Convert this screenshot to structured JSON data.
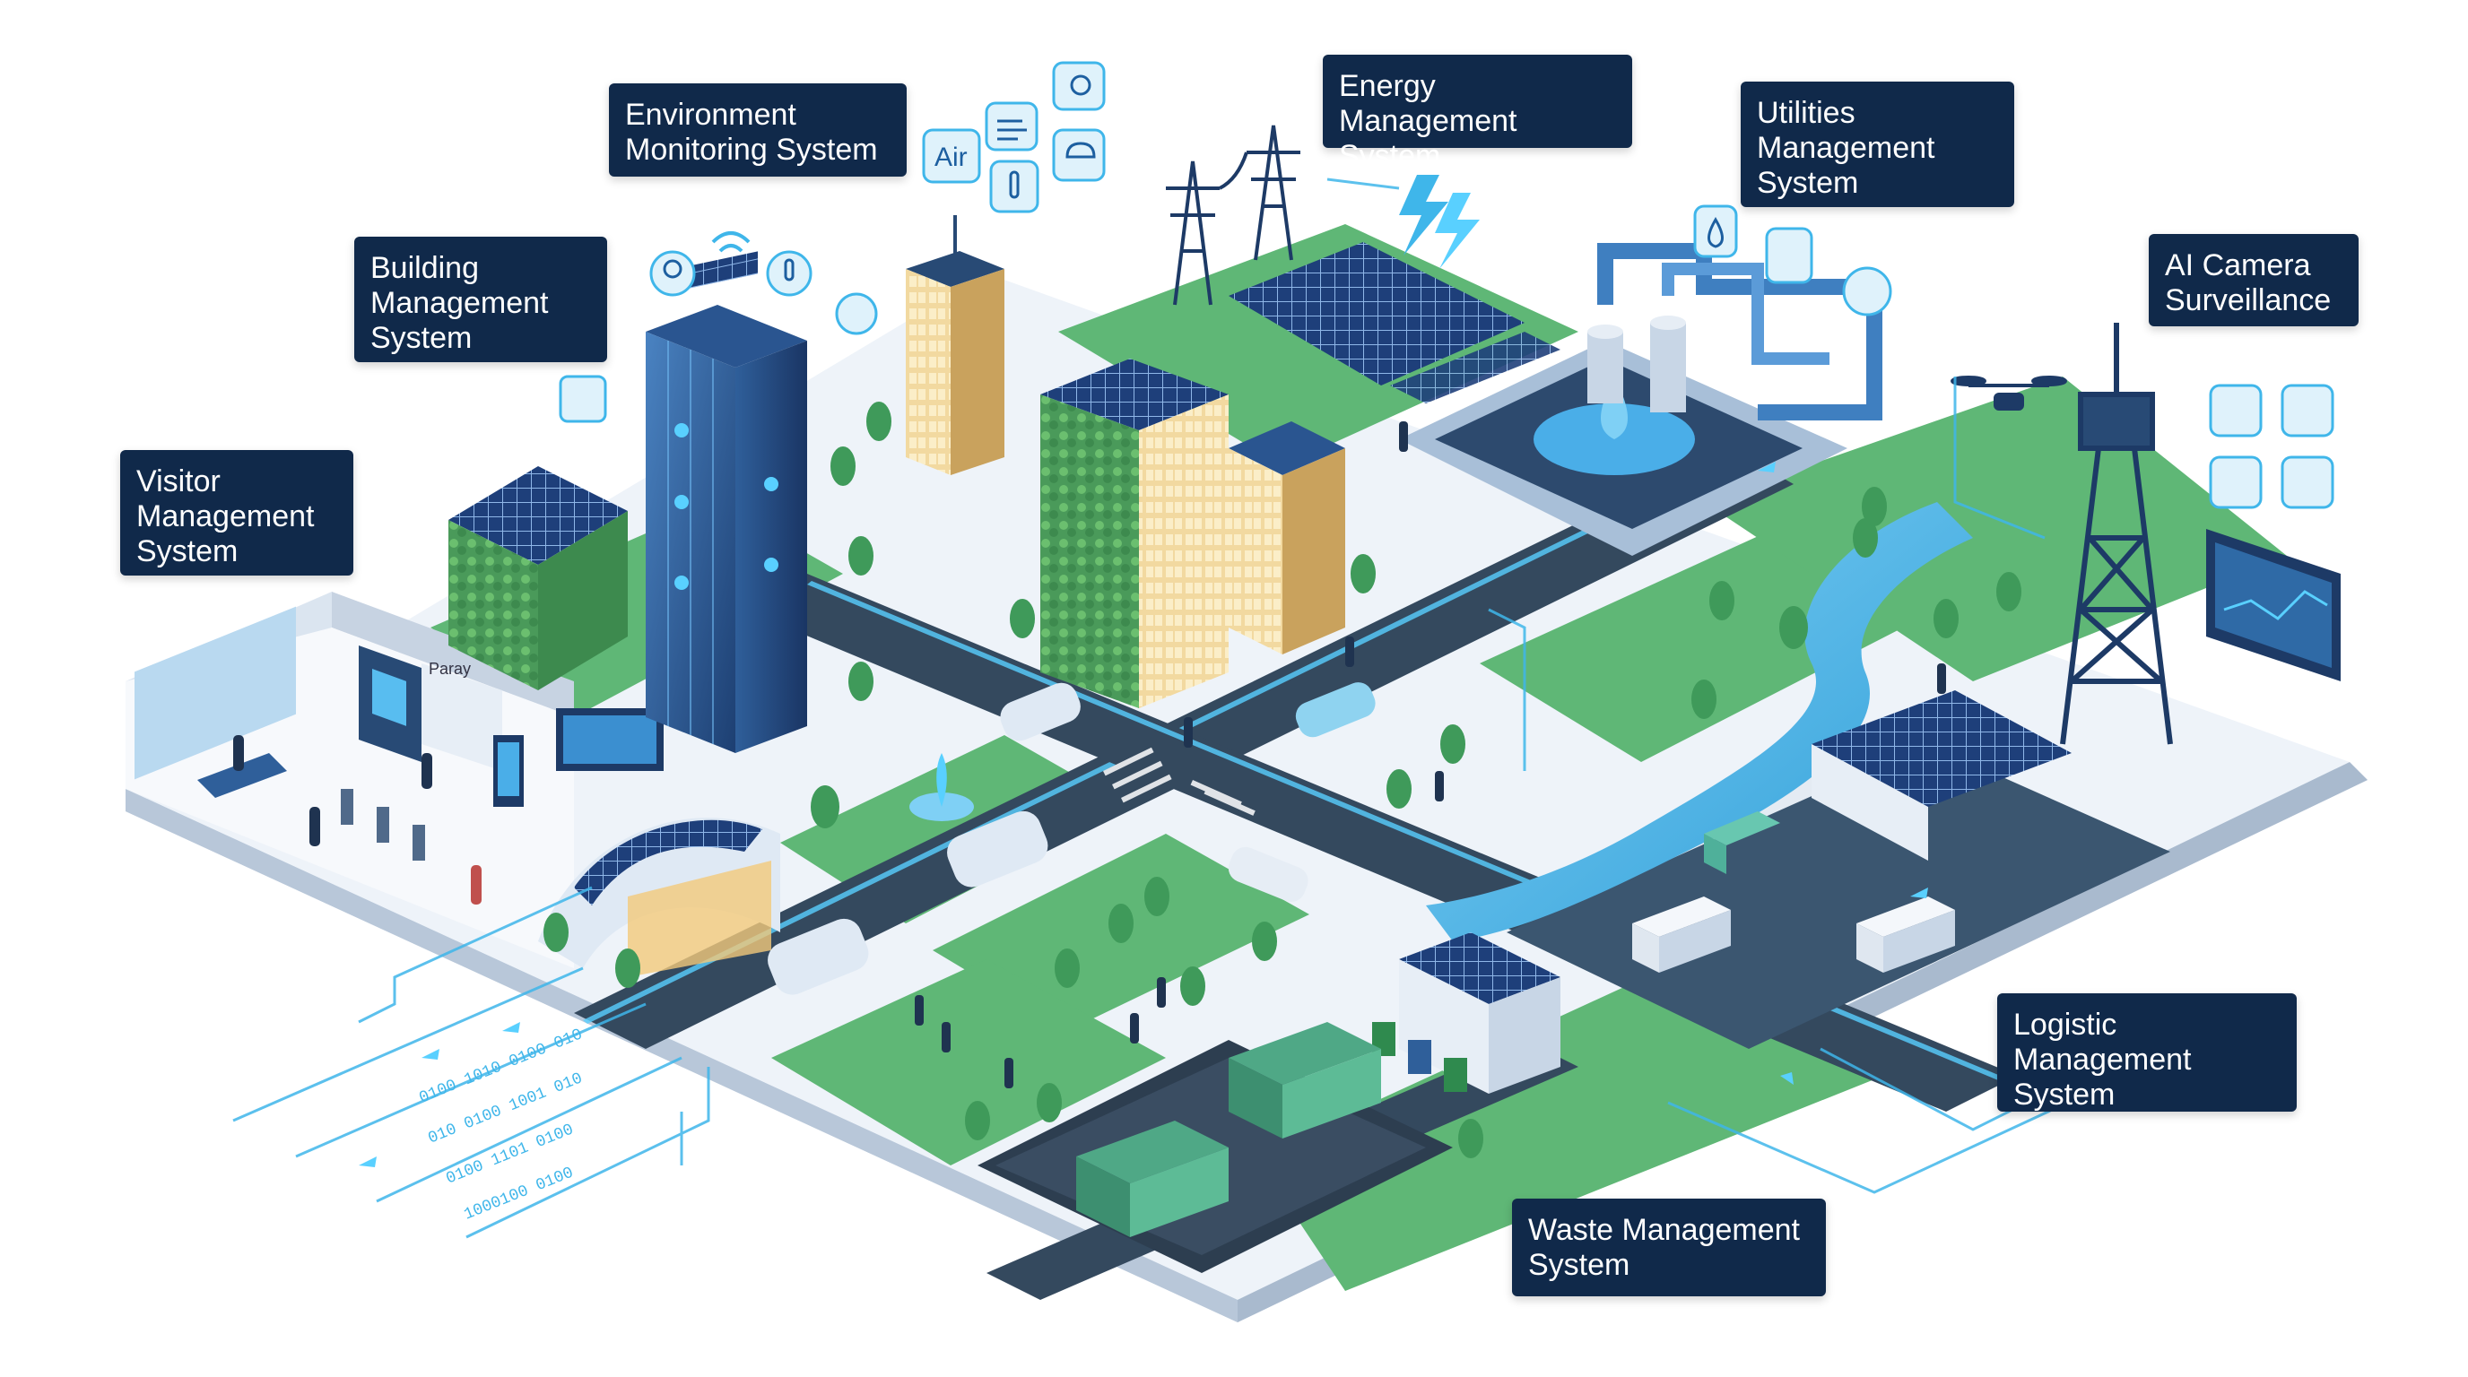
{
  "labels": {
    "environment": "Environment\nMonitoring System",
    "energy": "Energy Management\nSystem",
    "utilities": "Utilities\nManagement\nSystem",
    "ai_camera": "AI Camera\nSurveillance",
    "building": "Building\nManagement\nSystem",
    "visitor": "Visitor\nManagement\nSystem",
    "logistic": "Logistic\nManagement\nSystem",
    "waste": "Waste Management\nSystem"
  },
  "icon_texts": {
    "air": "Air",
    "lobby_sign": "Paray"
  },
  "data_stream_texts": [
    "0100 1010 0100 010",
    "010 0100 1001 010",
    "0100 1101 0100",
    "1000100 0100"
  ],
  "colors": {
    "label_bg": "#10294a",
    "grass": "#5fb776",
    "road": "#34495e",
    "glow": "#3fb6ea",
    "ground_edge": "#c9d6e4"
  }
}
